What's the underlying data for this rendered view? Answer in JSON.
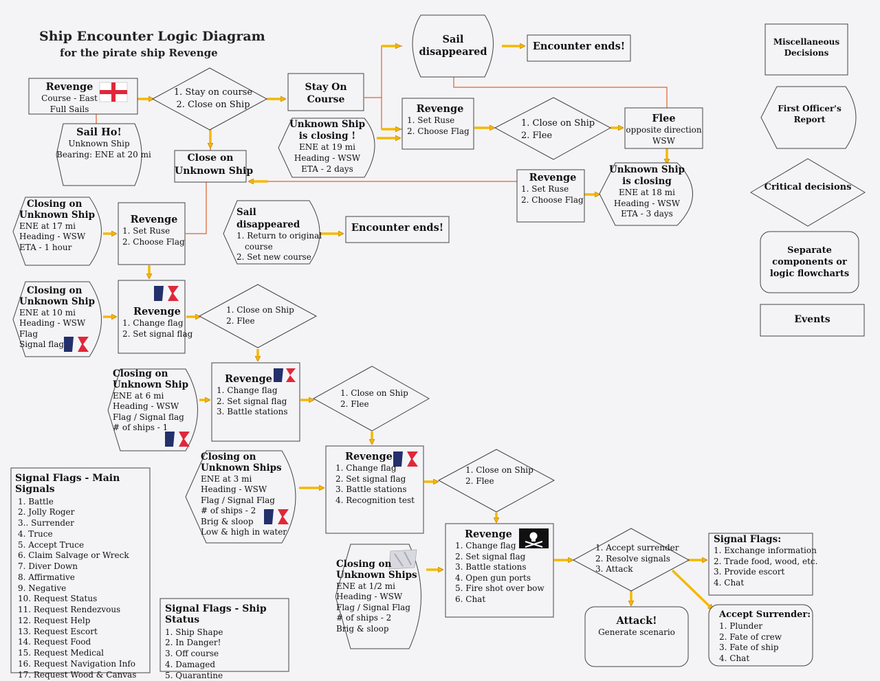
{
  "title": {
    "main": "Ship Encounter Logic Diagram",
    "sub": "for the pirate ship Revenge"
  },
  "nodes": {
    "revenge_start": {
      "title": "Revenge",
      "lines": [
        "Course - East",
        "Full Sails"
      ]
    },
    "decision_1": {
      "lines": [
        "1. Stay on course",
        "2. Close on Ship"
      ]
    },
    "stay_on_course": {
      "title": "Stay On",
      "lines": [
        "Course"
      ]
    },
    "sail_ho": {
      "title": "Sail Ho!",
      "lines": [
        "Unknown Ship",
        "Bearing: ENE at 20 mi"
      ]
    },
    "close_on_unknown": {
      "title": "Close on",
      "lines": [
        "Unknown Ship"
      ]
    },
    "sail_disappeared_top": {
      "title": "Sail disappeared"
    },
    "encounter_ends_top": {
      "title": "Encounter ends!"
    },
    "unknown_closing_19": {
      "title": "Unknown Ship",
      "lines": [
        "is closing !",
        "ENE at 19 mi",
        "Heading - WSW",
        "ETA - 2 days"
      ]
    },
    "revenge_ruse_1": {
      "title": "Revenge",
      "lines": [
        "1. Set Ruse",
        "2. Choose Flag"
      ]
    },
    "decision_close_flee_1": {
      "lines": [
        "1. Close on Ship",
        "2. Flee"
      ]
    },
    "flee": {
      "title": "Flee",
      "lines": [
        "opposite direction",
        "WSW"
      ]
    },
    "revenge_ruse_2": {
      "title": "Revenge",
      "lines": [
        "1. Set Ruse",
        "2. Choose Flag"
      ]
    },
    "unknown_closing_18": {
      "title": "Unknown Ship",
      "lines": [
        "is closing",
        "ENE at 18 mi",
        "Heading - WSW",
        "ETA - 3 days"
      ]
    },
    "closing_17": {
      "title": "Closing on",
      "lines": [
        "Unknown Ship",
        "ENE at 17 mi",
        "Heading - WSW",
        "ETA - 1 hour"
      ]
    },
    "revenge_ruse_3": {
      "title": "Revenge",
      "lines": [
        "1. Set Ruse",
        "2. Choose Flag"
      ]
    },
    "sail_disappeared_mid": {
      "title": "Sail disappeared",
      "lines": [
        "1. Return to original",
        "course",
        "2. Set new course"
      ]
    },
    "encounter_ends_mid": {
      "title": "Encounter ends!"
    },
    "closing_10": {
      "title": "Closing on",
      "lines": [
        "Unknown Ship",
        "ENE at 10 mi",
        "Heading - WSW",
        "Flag",
        "Signal flag"
      ]
    },
    "revenge_flag_1": {
      "title": "Revenge",
      "lines": [
        "1. Change flag",
        "2. Set signal flag"
      ]
    },
    "decision_close_flee_2": {
      "lines": [
        "1. Close on Ship",
        "2. Flee"
      ]
    },
    "closing_6": {
      "title": "Closing on",
      "lines": [
        "Unknown Ship",
        "ENE at 6 mi",
        "Heading - WSW",
        "Flag / Signal flag",
        "# of ships - 1"
      ]
    },
    "revenge_flag_2": {
      "title": "Revenge",
      "lines": [
        "1. Change flag",
        "2. Set signal flag",
        "3. Battle stations"
      ]
    },
    "decision_close_flee_3": {
      "lines": [
        "1. Close on Ship",
        "2. Flee"
      ]
    },
    "closing_3": {
      "title": "Closing on",
      "lines": [
        "Unknown Ships",
        "ENE at 3 mi",
        "Heading - WSW",
        "Flag / Signal Flag",
        "# of ships - 2",
        "Brig & sloop",
        "Low & high in water"
      ]
    },
    "revenge_flag_3": {
      "title": "Revenge",
      "lines": [
        "1. Change flag",
        "2. Set signal flag",
        "3. Battle stations",
        "4. Recognition test"
      ]
    },
    "decision_close_flee_4": {
      "lines": [
        "1. Close on Ship",
        "2. Flee"
      ]
    },
    "closing_half": {
      "title": "Closing on",
      "lines": [
        "Unknown Ships",
        "ENE at 1/2 mi",
        "Heading - WSW",
        "Flag / Signal Flag",
        "# of ships - 2",
        "Brig & sloop"
      ]
    },
    "revenge_final": {
      "title": "Revenge",
      "lines": [
        "1. Change flag",
        "2. Set signal flag",
        "3. Battle stations",
        "4. Open gun ports",
        "5. Fire shot over bow",
        "6. Chat"
      ]
    },
    "decision_final": {
      "lines": [
        "1. Accept surrender",
        "2. Resolve signals",
        "3. Attack"
      ]
    },
    "attack": {
      "title": "Attack!",
      "lines": [
        "Generate scenario"
      ]
    },
    "signal_flags_box": {
      "title": "Signal Flags:",
      "lines": [
        "1. Exchange information",
        "2. Trade food, wood, etc.",
        "3. Provide escort",
        "4. Chat"
      ]
    },
    "accept_surrender": {
      "title": "Accept Surrender:",
      "lines": [
        "1. Plunder",
        "2. Fate of crew",
        "3. Fate of ship",
        "4. Chat"
      ]
    }
  },
  "legend": {
    "misc": {
      "lines": [
        "Miscellaneous",
        "Decisions"
      ]
    },
    "first_officer": {
      "lines": [
        "First Officer's",
        "Report"
      ]
    },
    "critical": {
      "lines": [
        "Critical decisions"
      ]
    },
    "separate": {
      "lines": [
        "Separate",
        "components or",
        "logic flowcharts"
      ]
    },
    "events": {
      "lines": [
        "Events"
      ]
    }
  },
  "signal_main": {
    "title": "Signal Flags - Main Signals",
    "items": [
      "1. Battle",
      "2. Jolly Roger",
      "3.. Surrender",
      "4. Truce",
      "5. Accept Truce",
      "6. Claim Salvage or Wreck",
      "7. Diver Down",
      "8. Affirmative",
      "9. Negative",
      "10. Request Status",
      "11. Request Rendezvous",
      "12. Request Help",
      "13. Request Escort",
      "14. Request Food",
      "15. Request Medical",
      "16. Request Navigation Info",
      "17. Request Wood & Canvas"
    ]
  },
  "signal_status": {
    "title": "Signal Flags - Ship Status",
    "items": [
      "1. Ship Shape",
      "2. In Danger!",
      "3. Off course",
      "4. Damaged",
      "5. Quarantine"
    ]
  },
  "colors": {
    "arrow": "#f5b800",
    "arrow_edge": "#c07a00",
    "connector": "#e06030",
    "shape_stroke": "#444444",
    "flag_blue": "#23306b",
    "flag_red": "#e0283a"
  }
}
